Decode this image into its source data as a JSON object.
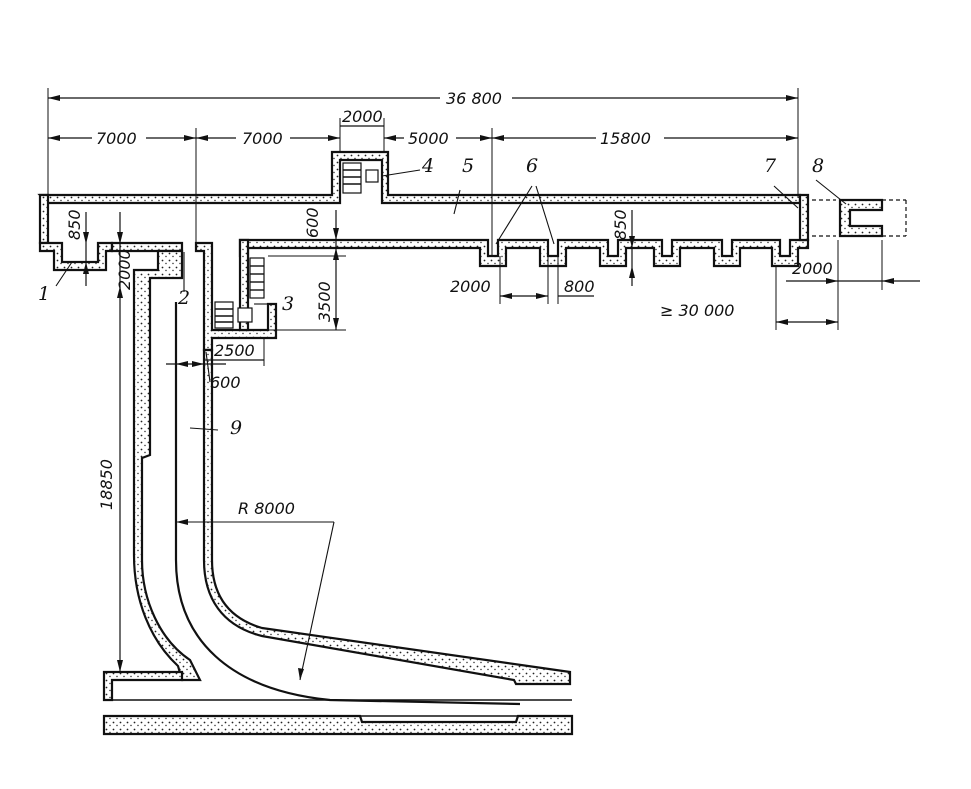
{
  "dimensions": {
    "overall": "36 800",
    "seg1": "7000",
    "seg2": "7000",
    "seg3": "2000",
    "seg4": "5000",
    "seg5": "15800",
    "h850_left": "850",
    "h600": "600",
    "h2000_left": "2000",
    "h3500": "3500",
    "h850_right": "850",
    "w2000_niche": "2000",
    "w800": "800",
    "w2000_right": "2000",
    "min30000": "≥ 30 000",
    "w2500": "2500",
    "w600": "600",
    "h18850": "18850",
    "radius": "R 8000"
  },
  "labels": {
    "n1": "1",
    "n2": "2",
    "n3": "3",
    "n4": "4",
    "n5": "5",
    "n6": "6",
    "n7": "7",
    "n8": "8",
    "n9": "9"
  },
  "colors": {
    "line": "#111111",
    "wall_fill": "#e9e9e9",
    "background": "#ffffff"
  }
}
